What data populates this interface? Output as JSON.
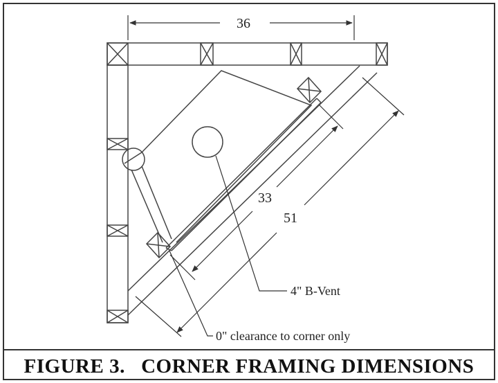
{
  "figure": {
    "caption": "FIGURE 3.   CORNER FRAMING DIMENSIONS"
  },
  "dimensions": {
    "top_width": "36",
    "inner_diagonal": "33",
    "outer_diagonal": "51"
  },
  "callouts": {
    "vent": "4\" B-Vent",
    "clearance": "0\" clearance to corner only"
  }
}
